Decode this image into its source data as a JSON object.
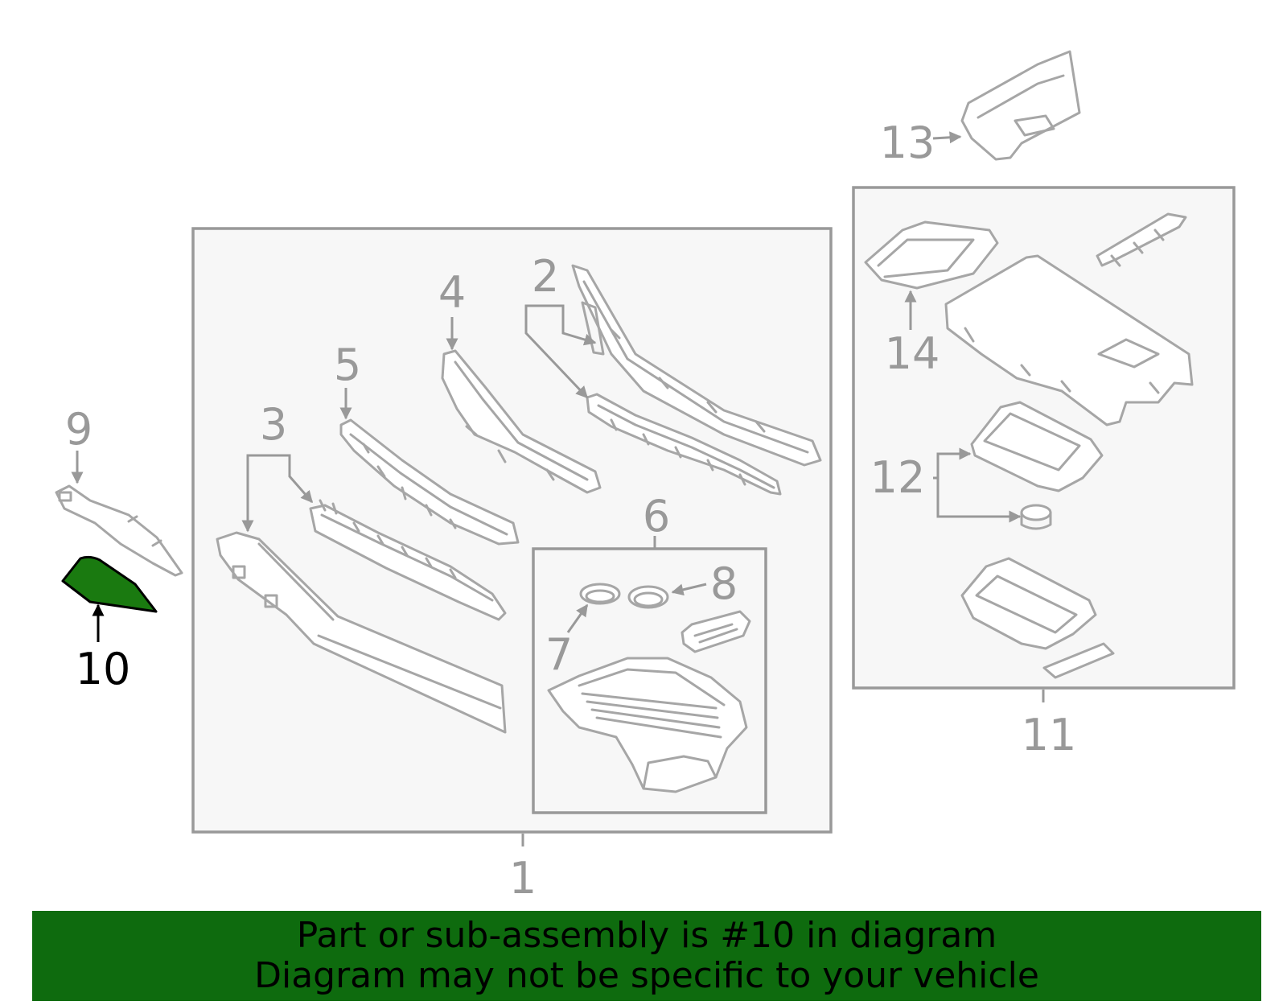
{
  "diagram": {
    "callouts": {
      "c1": "1",
      "c2": "2",
      "c3": "3",
      "c4": "4",
      "c5": "5",
      "c6": "6",
      "c7": "7",
      "c8": "8",
      "c9": "9",
      "c10": "10",
      "c11": "11",
      "c12": "12",
      "c13": "13",
      "c14": "14"
    },
    "highlighted_part": "10",
    "colors": {
      "highlight": "#1a7a10",
      "banner": "#0e6b0e",
      "line": "#a6a6a6",
      "box_fill": "#f7f7f7"
    }
  },
  "banner": {
    "line1": "Part or sub-assembly is #10 in diagram",
    "line2": "Diagram may not be specific to your vehicle"
  }
}
